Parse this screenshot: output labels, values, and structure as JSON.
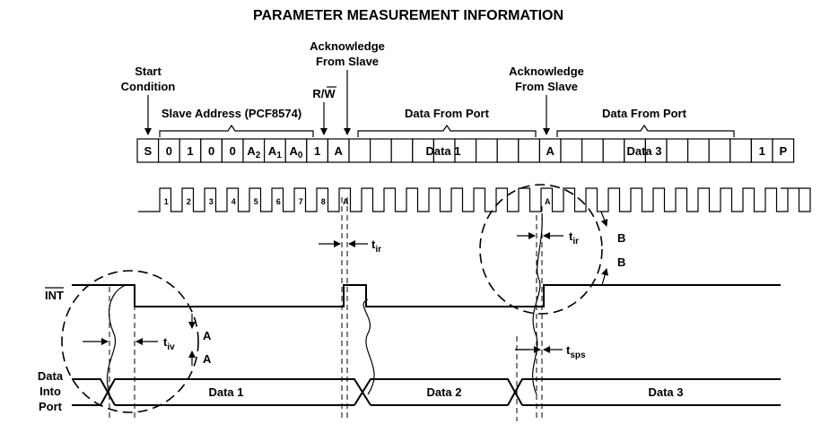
{
  "title": "PARAMETER MEASUREMENT INFORMATION",
  "labels": {
    "start_condition_1": "Start",
    "start_condition_2": "Condition",
    "slave_address": "Slave Address (PCF8574)",
    "rw": "R/W",
    "ack1_1": "Acknowledge",
    "ack1_2": "From Slave",
    "ack2_1": "Acknowledge",
    "ack2_2": "From Slave",
    "data_from_port_1": "Data From Port",
    "data_from_port_2": "Data From Port",
    "int": "INT",
    "data_into_port_1": "Data",
    "data_into_port_2": "Into",
    "data_into_port_3": "Port"
  },
  "frame_cells": [
    "S",
    "0",
    "1",
    "0",
    "0",
    "A2",
    "A1",
    "A0",
    "1",
    "A",
    "",
    "",
    "",
    "",
    "",
    "",
    "",
    "",
    "",
    "A",
    "",
    "",
    "",
    "",
    "",
    "",
    "",
    "",
    "",
    "1",
    "P"
  ],
  "frame_data_labels": [
    "Data 1",
    "Data 3"
  ],
  "clock_labels": [
    "1",
    "2",
    "3",
    "4",
    "5",
    "6",
    "7",
    "8",
    "A",
    "A"
  ],
  "timing": {
    "tir_1": "tir",
    "tir_2": "tir",
    "tiv": "tiv",
    "tsps": "tsps"
  },
  "markers": {
    "a_upper": "A",
    "a_lower": "A",
    "b_upper": "B",
    "b_lower": "B"
  },
  "bus_data": [
    "Data 1",
    "Data 2",
    "Data 3"
  ]
}
